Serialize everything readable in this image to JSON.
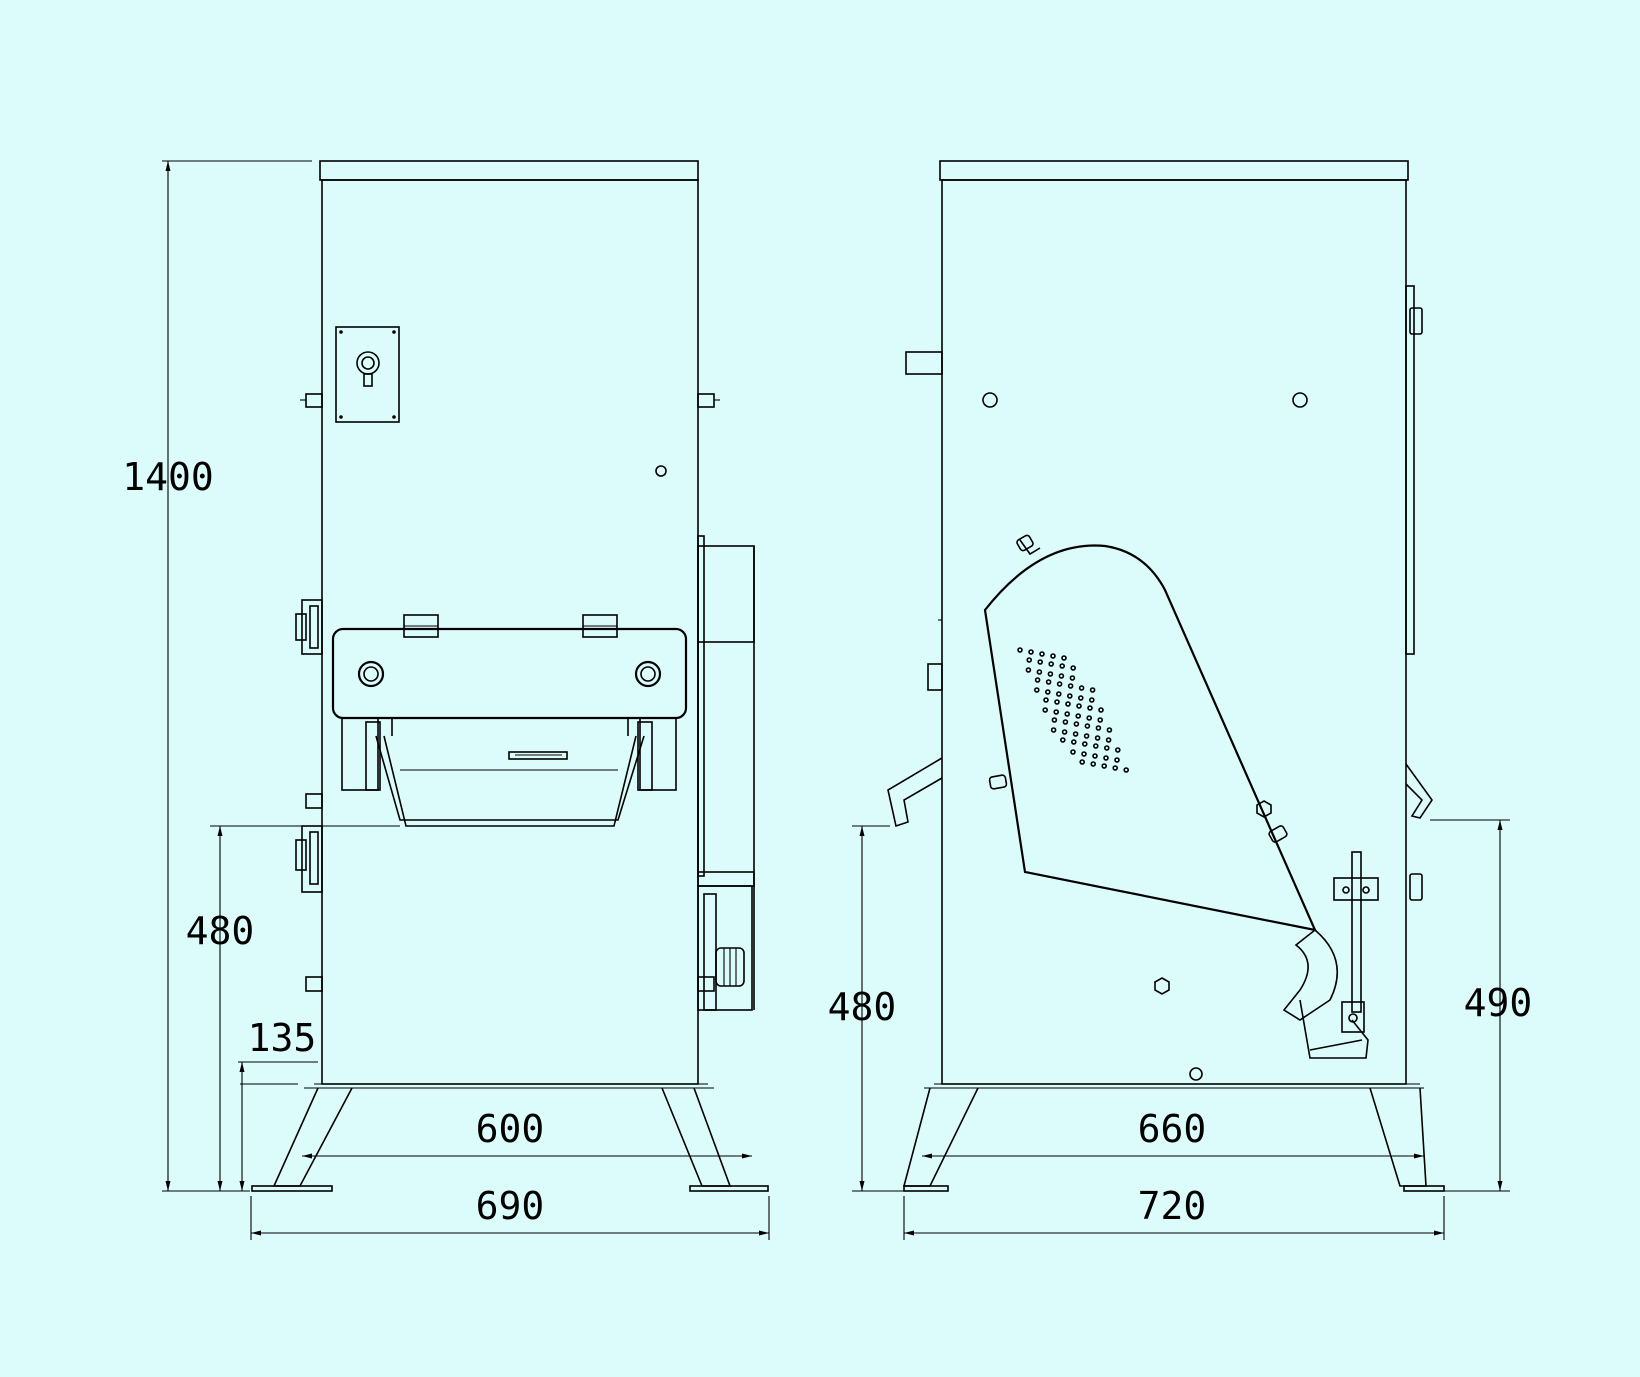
{
  "colors": {
    "background": "#dcfcfb",
    "line": "#000000"
  },
  "front_view": {
    "height_total": "1400",
    "height_discharge": "480",
    "height_base": "135",
    "width_inner": "600",
    "width_outer": "690"
  },
  "side_view": {
    "height_left": "480",
    "height_right": "490",
    "width_inner": "660",
    "width_outer": "720"
  }
}
